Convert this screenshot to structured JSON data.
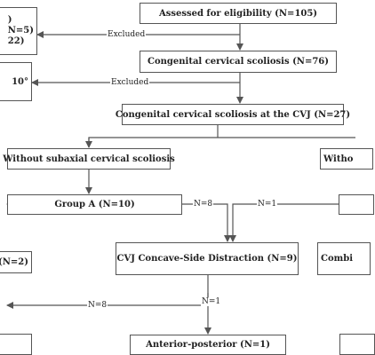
{
  "boxes": {
    "eligibility": "Assessed for eligibility (N=105)",
    "excluded_top_line1": ")",
    "excluded_top_line2": "N=5)",
    "excluded_top_line3": "22)",
    "congenital": "Congenital cervical scoliosis (N=76)",
    "excluded_mid": "10°",
    "cvj": "Congenital cervical scoliosis at the CVJ (N=27)",
    "without_subaxial": "Without subaxial cervical scoliosis",
    "with_subaxial": "Witho",
    "group_a": "Group A (N=10)",
    "left_mid": "(N=2)",
    "distraction": "CVJ Concave-Side Distraction (N=9)",
    "combined": "Combi",
    "anterior_posterior": "Anterior-posterior (N=1)"
  },
  "labels": {
    "excluded_1": "Excluded",
    "excluded_2": "Excluded",
    "n8_a": "N=8",
    "n1_a": "N=1",
    "n8_b": "N=8",
    "n1_b": "N=1"
  },
  "colors": {
    "line": "#555555",
    "text": "#222222"
  }
}
